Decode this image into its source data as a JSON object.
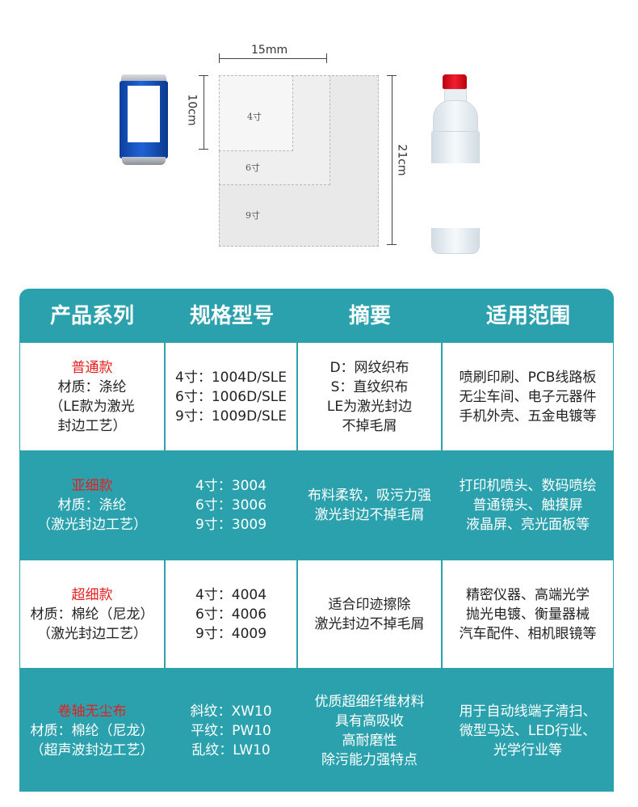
{
  "illustration": {
    "width_label": "15mm",
    "height_label": "10cm",
    "length_label": "21cm",
    "size_labels": [
      "4寸",
      "6寸",
      "9寸"
    ]
  },
  "table": {
    "headers": [
      "产品系列",
      "规格型号",
      "摘要",
      "适用范围"
    ],
    "rows": [
      {
        "series_name": "普通款",
        "series_lines": [
          "材质：涤纶",
          "（LE款为激光",
          "封边工艺）"
        ],
        "specs": [
          "4寸：1004D/SLE",
          "6寸：1006D/SLE",
          "9寸：1009D/SLE"
        ],
        "summary": [
          "D：网纹织布",
          "S：直纹织布",
          "LE为激光封边",
          "不掉毛屑"
        ],
        "usage": [
          "喷刷印刷、PCB线路板",
          "无尘车间、电子元器件",
          "手机外壳、五金电镀等"
        ]
      },
      {
        "series_name": "亚细款",
        "series_lines": [
          "材质：涤纶",
          "（激光封边工艺）"
        ],
        "specs": [
          "4寸：3004",
          "6寸：3006",
          "9寸：3009"
        ],
        "summary": [
          "布料柔软，吸污力强",
          "激光封边不掉毛屑"
        ],
        "usage": [
          "打印机喷头、数码喷绘",
          "普通镜头、触摸屏",
          "液晶屏、亮光面板等"
        ]
      },
      {
        "series_name": "超细款",
        "series_lines": [
          "材质：棉纶（尼龙）",
          "（激光封边工艺）"
        ],
        "specs": [
          "4寸：4004",
          "6寸：4006",
          "9寸：4009"
        ],
        "summary": [
          "适合印迹擦除",
          "激光封边不掉毛屑"
        ],
        "usage": [
          "精密仪器、高端光学",
          "抛光电镀、衡量器械",
          "汽车配件、相机眼镜等"
        ]
      },
      {
        "series_name": "卷轴无尘布",
        "series_lines": [
          "材质：棉纶（尼龙）",
          "（超声波封边工艺）"
        ],
        "specs": [
          "斜纹：XW10",
          "平纹：PW10",
          "乱纹：LW10"
        ],
        "summary": [
          "优质超细纤维材料",
          "具有高吸收",
          "高耐磨性",
          "除污能力强特点"
        ],
        "usage": [
          "用于自动线端子清扫、",
          "微型马达、LED行业、",
          "光学行业等"
        ]
      }
    ]
  }
}
